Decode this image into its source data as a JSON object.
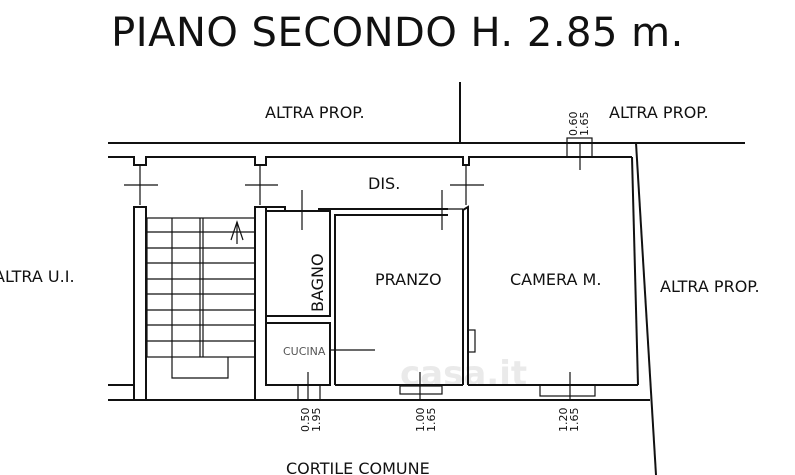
{
  "title": "PIANO SECONDO H. 2.85 m.",
  "labels": {
    "altra_prop_top_left": "ALTRA PROP.",
    "altra_prop_top_right": "ALTRA PROP.",
    "altra_prop_right": "ALTRA PROP.",
    "altra_ui": "ALTRA U.I.",
    "cortile": "CORTILE COMUNE",
    "watermark": "casa.it"
  },
  "rooms": {
    "dis": "DIS.",
    "bagno": "BAGNO",
    "pranzo": "PRANZO",
    "camera": "CAMERA M.",
    "cucina": "CUCINA"
  },
  "windows": {
    "top": [
      "0.60",
      "1.65"
    ],
    "cucina": [
      "0.50",
      "1.95"
    ],
    "pranzo": [
      "1.00",
      "1.65"
    ],
    "camera": [
      "1.20",
      "1.65"
    ]
  }
}
